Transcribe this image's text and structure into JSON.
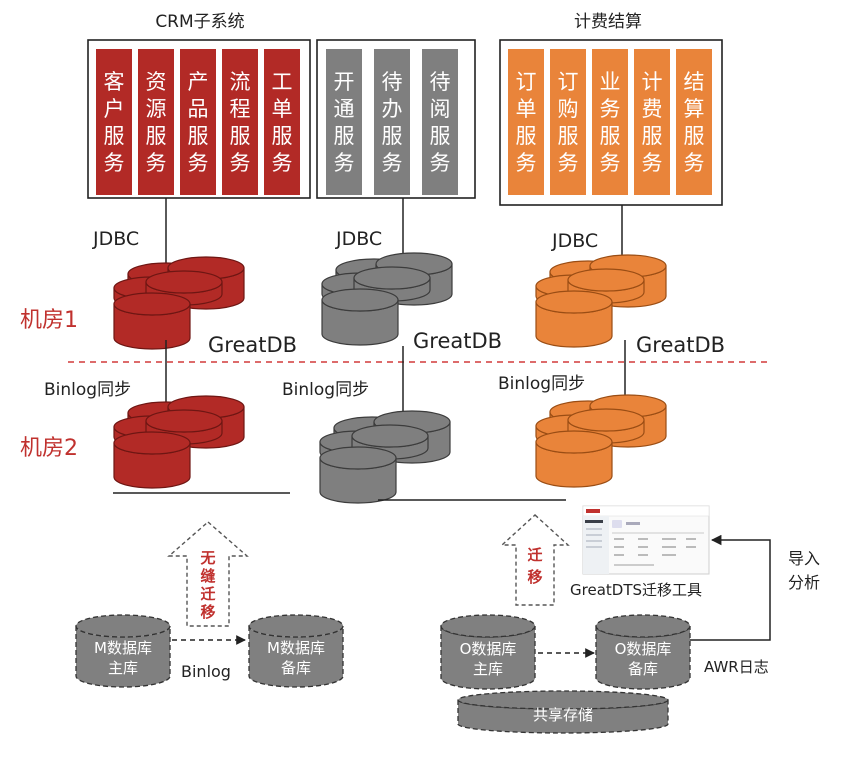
{
  "groups": {
    "crm": {
      "title": "CRM子系统",
      "services": [
        "客户服务",
        "资源服务",
        "产品服务",
        "流程服务",
        "工单服务"
      ]
    },
    "mid": {
      "title": "",
      "services": [
        "开通服务",
        "待办服务",
        "待阅服务"
      ]
    },
    "billing": {
      "title": "计费结算",
      "services": [
        "订单服务",
        "订购服务",
        "业务服务",
        "计费服务",
        "结算服务"
      ]
    }
  },
  "labels": {
    "jdbc": "JDBC",
    "greatdb": "GreatDB",
    "binlog_sync": "Binlog同步",
    "room1": "机房1",
    "room2": "机房2"
  },
  "migration": {
    "seamless": "无缝迁移",
    "migrate": "迁移",
    "m_master": "M数据库主库",
    "m_standby": "M数据库备库",
    "binlog": "Binlog",
    "o_master": "O数据库主库",
    "o_standby": "O数据库备库",
    "shared_storage": "共享存储",
    "awr_log": "AWR日志",
    "import_analysis": "导入分析",
    "dts_tool": "GreatDTS迁移工具"
  },
  "colors": {
    "crm": "#b22a26",
    "mid": "#7f7f7f",
    "billing": "#e9843a",
    "room_label": "#c0312e",
    "dashed_line": "#d23a3a",
    "dashed_db": "#808080"
  }
}
